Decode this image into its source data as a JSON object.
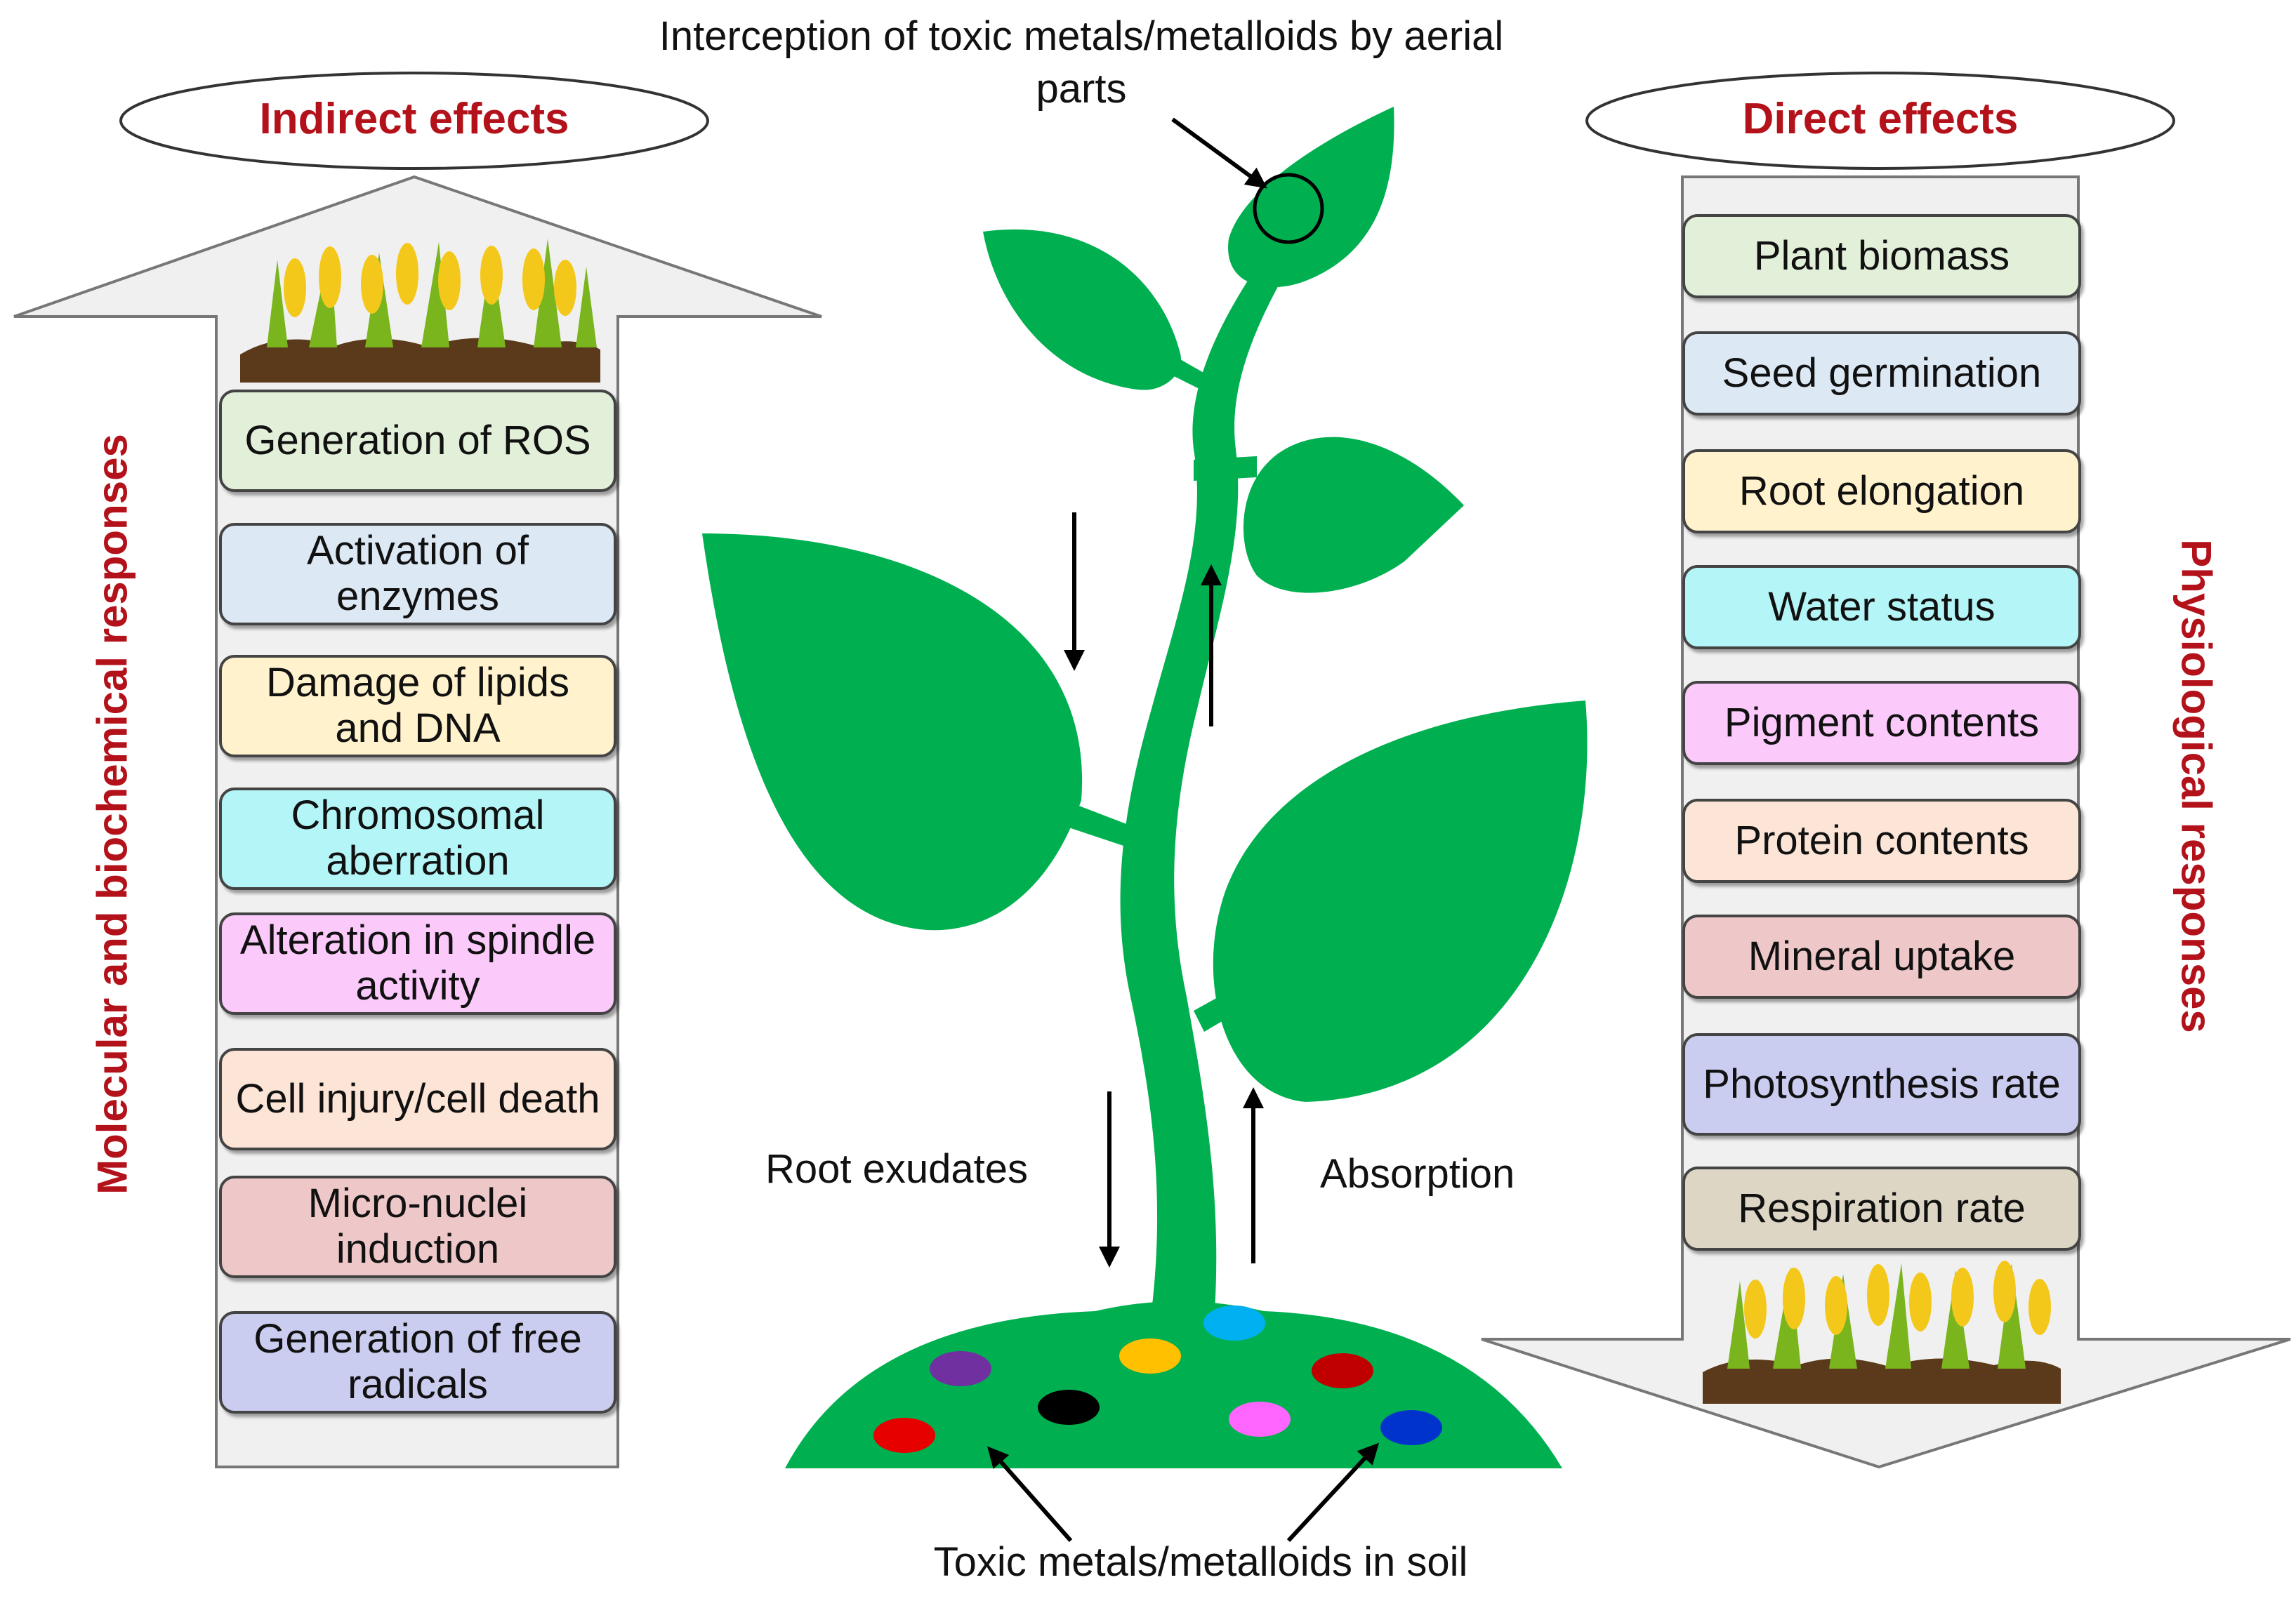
{
  "title": "Interception of toxic metals/metalloids by aerial parts",
  "indirect": {
    "heading": "Indirect effects",
    "side_label": "Molecular and biochemical responses",
    "items": [
      {
        "label": "Generation of ROS",
        "color": "#e2efd9"
      },
      {
        "label": "Activation of enzymes",
        "color": "#dde8f5"
      },
      {
        "label": "Damage of lipids and DNA",
        "color": "#fff2cc"
      },
      {
        "label": "Chromosomal aberration",
        "color": "#b4f6f8"
      },
      {
        "label": "Alteration in spindle activity",
        "color": "#fcc9fb"
      },
      {
        "label": "Cell injury/cell death",
        "color": "#fce4d6"
      },
      {
        "label": "Micro-nuclei induction",
        "color": "#eec7c8"
      },
      {
        "label": "Generation of free radicals",
        "color": "#cbcdf0"
      }
    ]
  },
  "direct": {
    "heading": "Direct effects",
    "side_label": "Physiological responses",
    "items": [
      {
        "label": "Plant biomass",
        "color": "#e2efd9"
      },
      {
        "label": "Seed germination",
        "color": "#dde8f5"
      },
      {
        "label": "Root elongation",
        "color": "#fff2cc"
      },
      {
        "label": "Water status",
        "color": "#b4f6f8"
      },
      {
        "label": "Pigment contents",
        "color": "#fcc9fb"
      },
      {
        "label": "Protein contents",
        "color": "#fce4d6"
      },
      {
        "label": "Mineral uptake",
        "color": "#eec7c8"
      },
      {
        "label": "Photosynthesis rate",
        "color": "#cbcdf0"
      },
      {
        "label": "Respiration rate",
        "color": "#ddd6c4"
      }
    ]
  },
  "plant": {
    "root_exudates": "Root exudates",
    "absorption": "Absorption",
    "soil_label": "Toxic metals/metalloids in soil"
  },
  "colors": {
    "plant_green": "#00b050",
    "heading_red": "#b3121b",
    "arrow_fill": "#f0f0f0",
    "soil_brown": "#5a3a1a",
    "metal_dots": [
      "#7030a0",
      "#ffc000",
      "#00b0f0",
      "#c00000",
      "#000000",
      "#ff66ff",
      "#0033cc",
      "#e60000"
    ]
  }
}
